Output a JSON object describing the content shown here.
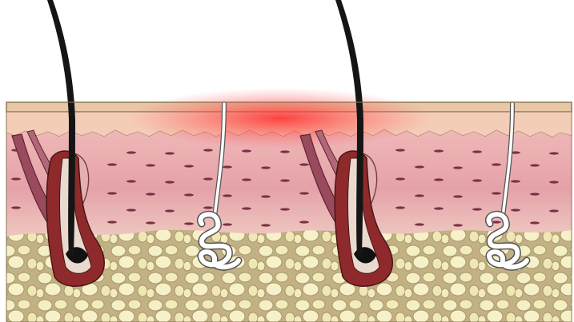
{
  "diagram": {
    "layers": [
      {
        "name": "epidermis",
        "color": "#f3c7b5"
      },
      {
        "name": "dermis",
        "color": "#e3a3a8"
      },
      {
        "name": "subcutaneous-fat",
        "color": "#efe7b3"
      }
    ],
    "structures": [
      {
        "name": "hair-shaft",
        "color": "#151515"
      },
      {
        "name": "hair-follicle",
        "color": "#8f2a2c"
      },
      {
        "name": "sebaceous-gland",
        "color": "#d9a0a3"
      },
      {
        "name": "arrector-pili-muscle",
        "color": "#9a4a5d"
      },
      {
        "name": "sweat-gland",
        "color": "#ffffff"
      }
    ],
    "highlight_color": "#ff2f2f",
    "units": 2
  }
}
